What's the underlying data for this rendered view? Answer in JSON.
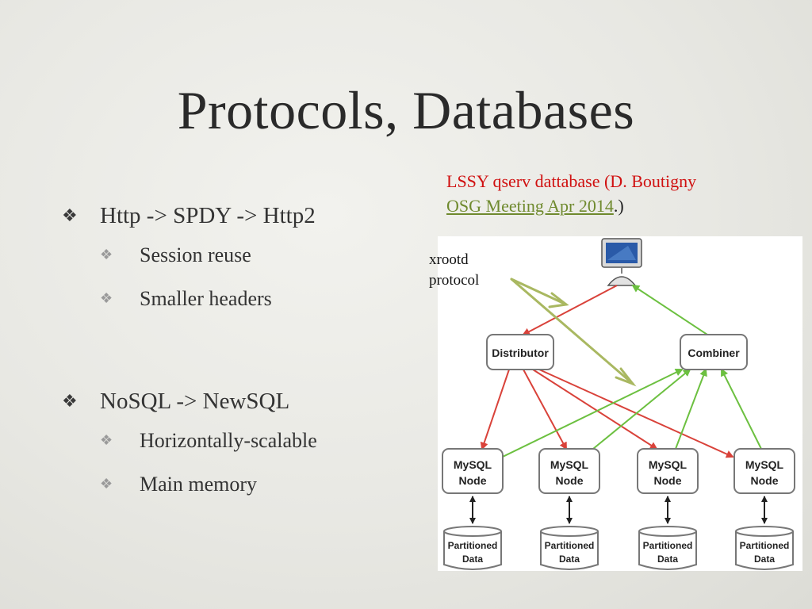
{
  "slide": {
    "title": "Protocols, Databases"
  },
  "bullets": [
    {
      "text": "Http -> SPDY -> Http2",
      "subs": [
        "Session reuse",
        "Smaller headers"
      ]
    },
    {
      "text": "NoSQL -> NewSQL",
      "subs": [
        "Horizontally-scalable",
        "Main memory"
      ]
    }
  ],
  "markers": {
    "level1": "❖",
    "level2": "❖"
  },
  "citation": {
    "line1": "LSSY qserv dattabase (D. Boutigny",
    "link": "OSG Meeting Apr 2014",
    "tail": ".)"
  },
  "annotation": {
    "line1": "xrootd",
    "line2": "protocol"
  },
  "diagram": {
    "distributor": "Distributor",
    "combiner": "Combiner",
    "node_line1": "MySQL",
    "node_line2": "Node",
    "data_line1": "Partitioned",
    "data_line2": "Data",
    "colors": {
      "request": "#d9423a",
      "response": "#6cc040",
      "annotation_arrow": "#a9b861"
    }
  }
}
